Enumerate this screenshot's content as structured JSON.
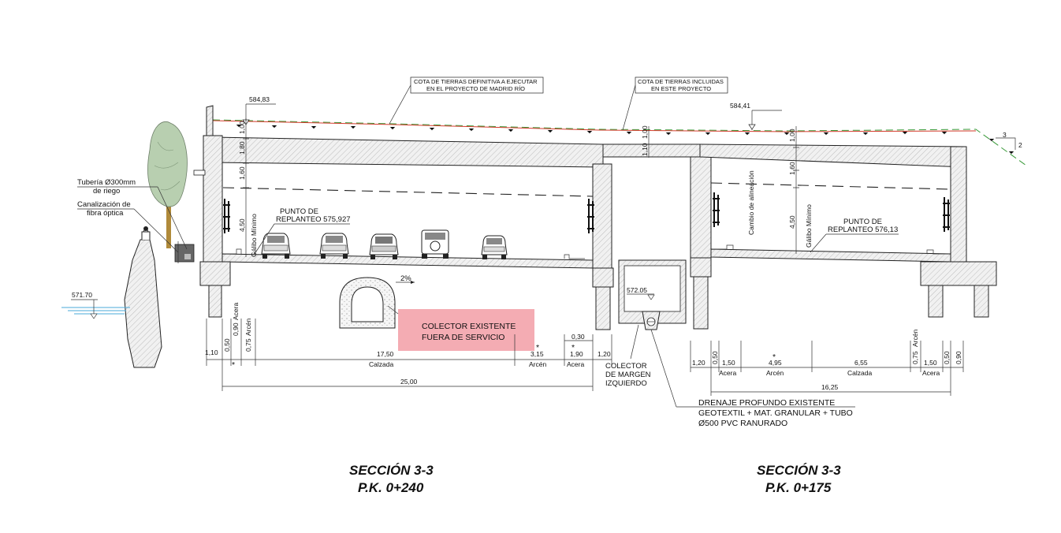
{
  "labels": {
    "note_def": [
      "COTA DE TIERRAS DEFINITIVA A EJECUTAR",
      "EN EL PROYECTO DE MADRID RÍO"
    ],
    "note_inc": [
      "COTA DE TIERRAS INCLUIDAS",
      "EN ESTE PROYECTO"
    ],
    "level_left": "584,83",
    "level_right": "584,41",
    "water_level": "571.70",
    "collector_level": "572.05",
    "slope_v": "3",
    "slope_h": "2",
    "riego": [
      "Tubería Ø300mm",
      "de riego"
    ],
    "fibra": [
      "Canalización de",
      "fibra óptica"
    ],
    "punto_left": [
      "PUNTO DE",
      "REPLANTEO 575,927"
    ],
    "punto_right": [
      "PUNTO DE",
      "REPLANTEO 576,13"
    ],
    "galibo": "Gálibo Mínimo",
    "cambio": "Cambio de alineación",
    "pendiente": "2%",
    "colector_existente": [
      "COLECTOR EXISTENTE",
      "FUERA DE SERVICIO"
    ],
    "colector_margen": [
      "COLECTOR",
      "DE MARGEN",
      "IZQUIERDO"
    ],
    "drenaje": [
      "DRENAJE PROFUNDO EXISTENTE",
      "GEOTEXTIL + MAT. GRANULAR + TUBO",
      "Ø500 PVC RANURADO"
    ]
  },
  "dims_left": {
    "v_100": "1,00",
    "v_180": "1,80",
    "v_160": "1,60",
    "v_450": "4,50",
    "d_110": "1,10",
    "d_050": "0,50",
    "d_090": "0,90",
    "d_075": "0,75",
    "acera": "Acera",
    "arcen": "Arcén",
    "calzada": "Calzada",
    "d_1750": "17,50",
    "d_315": "3,15",
    "d_030": "0,30",
    "d_190": "1,90",
    "d_120": "1,20",
    "d_2500": "25,00",
    "asterisk": "*"
  },
  "dims_mid": {
    "v_100": "1,00",
    "v_110": "1,10"
  },
  "dims_right": {
    "v_100": "1,00",
    "v_160": "1,60",
    "v_450": "4,50",
    "d_120": "1,20",
    "d_050": "0,50",
    "d_150": "1,50",
    "d_495": "4,95",
    "d_655": "6,55",
    "d_075": "0,75",
    "d_150b": "1,50",
    "d_050b": "0,50",
    "d_090": "0,90",
    "d_1625": "16,25",
    "acera": "Acera",
    "arcen": "Arcén",
    "calzada": "Calzada",
    "asterisk": "*"
  },
  "titles": {
    "left": [
      "SECCIÓN 3-3",
      "P.K. 0+240"
    ],
    "right": [
      "SECCIÓN 3-3",
      "P.K. 0+175"
    ]
  },
  "colors": {
    "red_line": "#d43a2a",
    "green_line": "#3a9a3a",
    "highlight": "#f3a3ab",
    "water": "#49a9d9",
    "tree": "#b8cfb0"
  }
}
